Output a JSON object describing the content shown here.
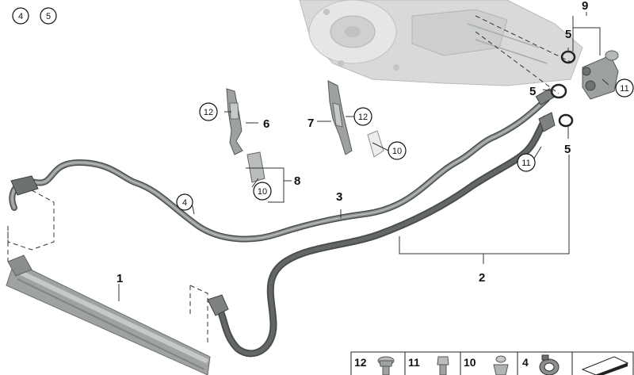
{
  "callouts": {
    "1": "1",
    "2": "2",
    "3": "3",
    "4": "4",
    "5": "5",
    "6": "6",
    "7": "7",
    "8": "8",
    "9": "9",
    "10": "10",
    "11": "11",
    "12": "12"
  },
  "parts_table": [
    {
      "label": "12",
      "icon": "flange-bolt-icon"
    },
    {
      "label": "11",
      "icon": "bolt-icon"
    },
    {
      "label": "10",
      "icon": "plastic-clip-icon"
    },
    {
      "label": "4",
      "icon": "hose-clamp-icon"
    },
    {
      "label": "",
      "icon": "repair-tape-icon"
    }
  ],
  "colors": {
    "hose_dark": "#4a4f4c",
    "hose_light": "#8f9593",
    "hose_highlight": "#b7bcba",
    "engine": "#d4d6d5",
    "leader": "#333333"
  }
}
